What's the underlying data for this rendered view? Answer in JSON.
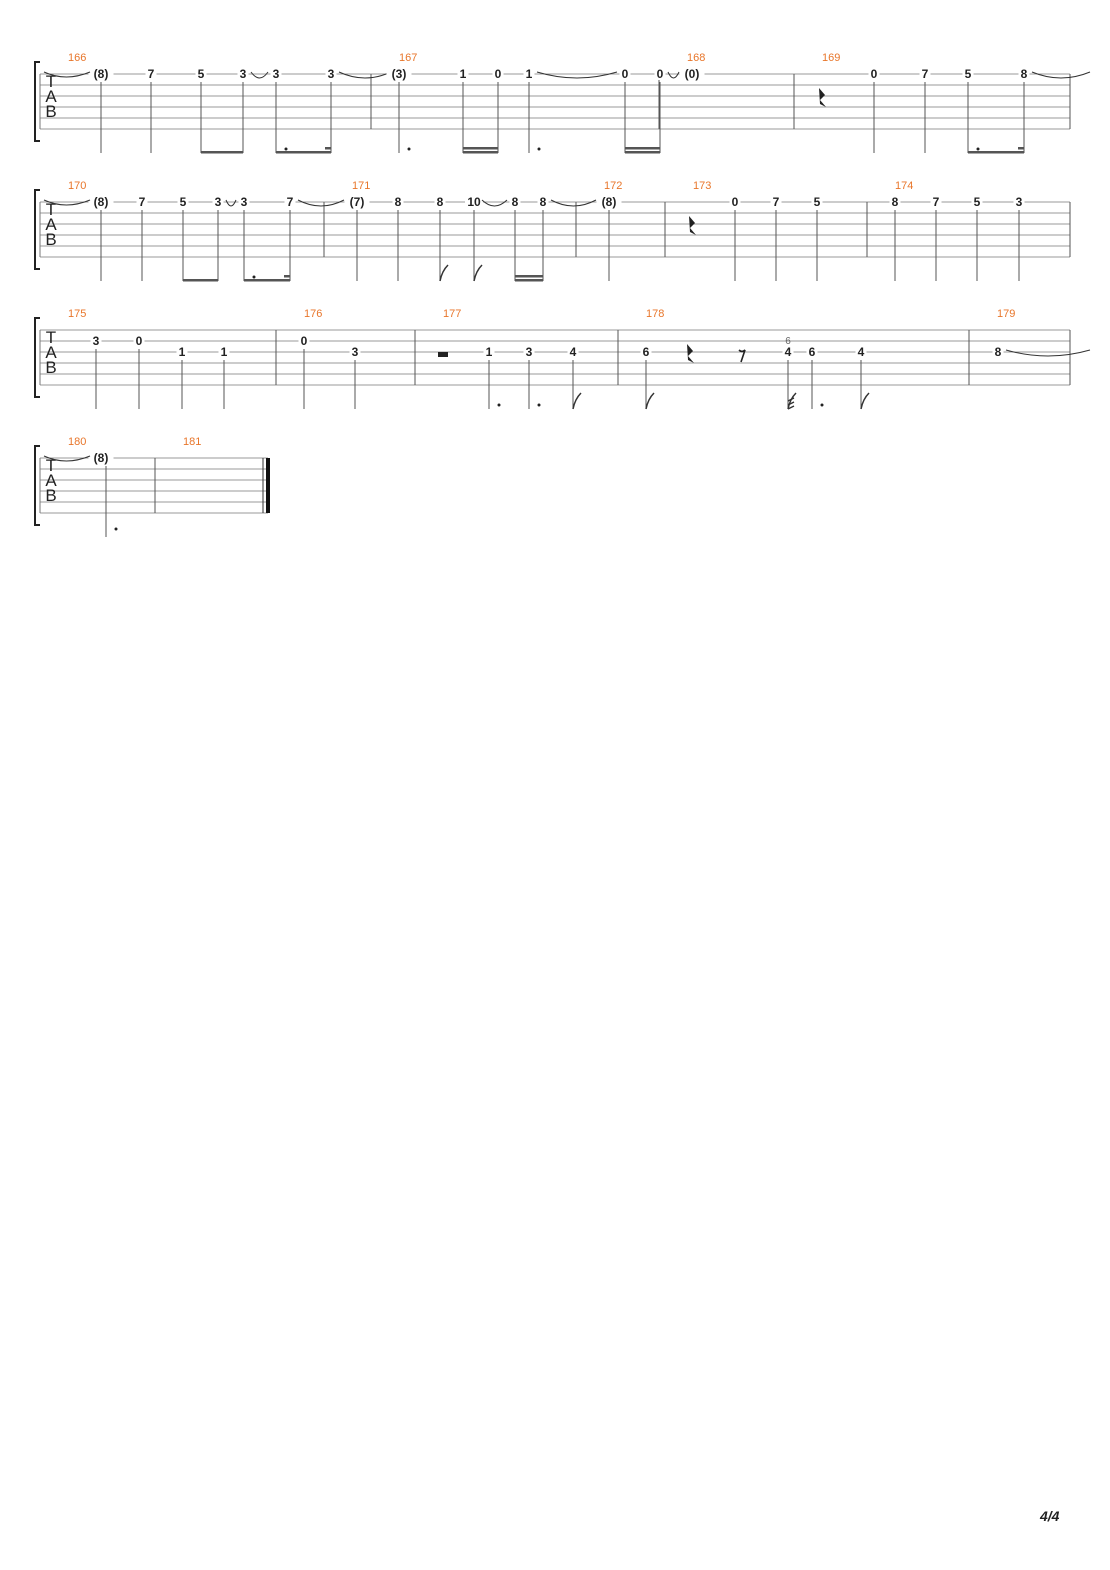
{
  "page": {
    "page_number": "4/4"
  },
  "clef_letters": [
    "T",
    "A",
    "B"
  ],
  "systems": [
    {
      "measures": [
        {
          "number": "166",
          "notes": [
            {
              "fret": "(8)",
              "string": 1,
              "dur": "q"
            },
            {
              "fret": "7",
              "string": 1,
              "dur": "q"
            },
            {
              "fret": "5",
              "string": 1,
              "dur": "e",
              "beam": "a"
            },
            {
              "fret": "3",
              "string": 1,
              "dur": "e",
              "beam": "a",
              "tie": true
            },
            {
              "fret": "3",
              "string": 1,
              "dur": "e.",
              "beam": "b"
            },
            {
              "fret": "3",
              "string": 1,
              "dur": "s",
              "beam": "b",
              "tie": true
            }
          ]
        },
        {
          "number": "167",
          "notes": [
            {
              "fret": "(3)",
              "string": 1,
              "dur": "q."
            },
            {
              "fret": "1",
              "string": 1,
              "dur": "s",
              "beam": "c"
            },
            {
              "fret": "0",
              "string": 1,
              "dur": "s",
              "beam": "c"
            },
            {
              "fret": "1",
              "string": 1,
              "dur": "q.",
              "tie": true
            },
            {
              "fret": "0",
              "string": 1,
              "dur": "s",
              "beam": "d"
            },
            {
              "fret": "0",
              "string": 1,
              "dur": "s",
              "beam": "d",
              "tie": true
            }
          ]
        },
        {
          "number": "168",
          "notes": [
            {
              "fret": "(0)",
              "string": 1,
              "dur": "w"
            }
          ]
        },
        {
          "number": "169",
          "notes": [
            {
              "rest": "quarter"
            },
            {
              "fret": "0",
              "string": 1,
              "dur": "q"
            },
            {
              "fret": "7",
              "string": 1,
              "dur": "q"
            },
            {
              "fret": "5",
              "string": 1,
              "dur": "e.",
              "beam": "e"
            },
            {
              "fret": "8",
              "string": 1,
              "dur": "s",
              "beam": "e",
              "tie": true
            }
          ]
        }
      ]
    },
    {
      "measures": [
        {
          "number": "170",
          "notes": [
            {
              "fret": "(8)",
              "string": 1,
              "dur": "q"
            },
            {
              "fret": "7",
              "string": 1,
              "dur": "q"
            },
            {
              "fret": "5",
              "string": 1,
              "dur": "e",
              "beam": "a"
            },
            {
              "fret": "3",
              "string": 1,
              "dur": "e",
              "beam": "a",
              "tie": true
            },
            {
              "fret": "3",
              "string": 1,
              "dur": "e.",
              "beam": "b"
            },
            {
              "fret": "7",
              "string": 1,
              "dur": "s",
              "beam": "b",
              "tie": true
            }
          ]
        },
        {
          "number": "171",
          "notes": [
            {
              "fret": "(7)",
              "string": 1,
              "dur": "q"
            },
            {
              "fret": "8",
              "string": 1,
              "dur": "q"
            },
            {
              "fret": "8",
              "string": 1,
              "dur": "e"
            },
            {
              "fret": "10",
              "string": 1,
              "dur": "e",
              "tie": true
            },
            {
              "fret": "8",
              "string": 1,
              "dur": "s",
              "beam": "c"
            },
            {
              "fret": "8",
              "string": 1,
              "dur": "s",
              "beam": "c",
              "tie": true
            }
          ]
        },
        {
          "number": "172",
          "notes": [
            {
              "fret": "(8)",
              "string": 1,
              "dur": "q"
            }
          ]
        },
        {
          "number": "173",
          "notes": [
            {
              "rest": "quarter"
            },
            {
              "fret": "0",
              "string": 1,
              "dur": "q"
            },
            {
              "fret": "7",
              "string": 1,
              "dur": "q"
            },
            {
              "fret": "5",
              "string": 1,
              "dur": "q"
            }
          ]
        },
        {
          "number": "174",
          "notes": [
            {
              "fret": "8",
              "string": 1,
              "dur": "q"
            },
            {
              "fret": "7",
              "string": 1,
              "dur": "q"
            },
            {
              "fret": "5",
              "string": 1,
              "dur": "q"
            },
            {
              "fret": "3",
              "string": 1,
              "dur": "q"
            }
          ]
        }
      ]
    },
    {
      "measures": [
        {
          "number": "175",
          "notes": [
            {
              "fret": "3",
              "string": 2,
              "dur": "q"
            },
            {
              "fret": "0",
              "string": 2,
              "dur": "q"
            },
            {
              "fret": "1",
              "string": 3,
              "dur": "q"
            },
            {
              "fret": "1",
              "string": 3,
              "dur": "q"
            }
          ]
        },
        {
          "number": "176",
          "notes": [
            {
              "fret": "0",
              "string": 2,
              "dur": "q"
            },
            {
              "fret": "3",
              "string": 3,
              "dur": "q"
            }
          ]
        },
        {
          "number": "177",
          "notes": [
            {
              "rest": "half"
            },
            {
              "fret": "1",
              "string": 3,
              "dur": "e.",
              "beam": "a"
            },
            {
              "fret": "3",
              "string": 3,
              "dur": "q."
            },
            {
              "fret": "4",
              "string": 3,
              "dur": "e"
            }
          ]
        },
        {
          "number": "178",
          "notes": [
            {
              "fret": "6",
              "string": 3,
              "dur": "e"
            },
            {
              "rest": "quarter"
            },
            {
              "rest": "eighth"
            },
            {
              "fret": "4",
              "string": 3,
              "dur": "6",
              "tuplet": "6"
            },
            {
              "fret": "6",
              "string": 3,
              "dur": "e.",
              "beam": "b"
            },
            {
              "fret": "4",
              "string": 3,
              "dur": "e"
            }
          ]
        },
        {
          "number": "179",
          "notes": [
            {
              "fret": "8",
              "string": 3,
              "dur": "w",
              "tie": true
            }
          ]
        }
      ]
    },
    {
      "measures": [
        {
          "number": "180",
          "notes": [
            {
              "fret": "(8)",
              "string": 1,
              "dur": "h."
            }
          ]
        },
        {
          "number": "181",
          "notes": []
        }
      ]
    }
  ]
}
